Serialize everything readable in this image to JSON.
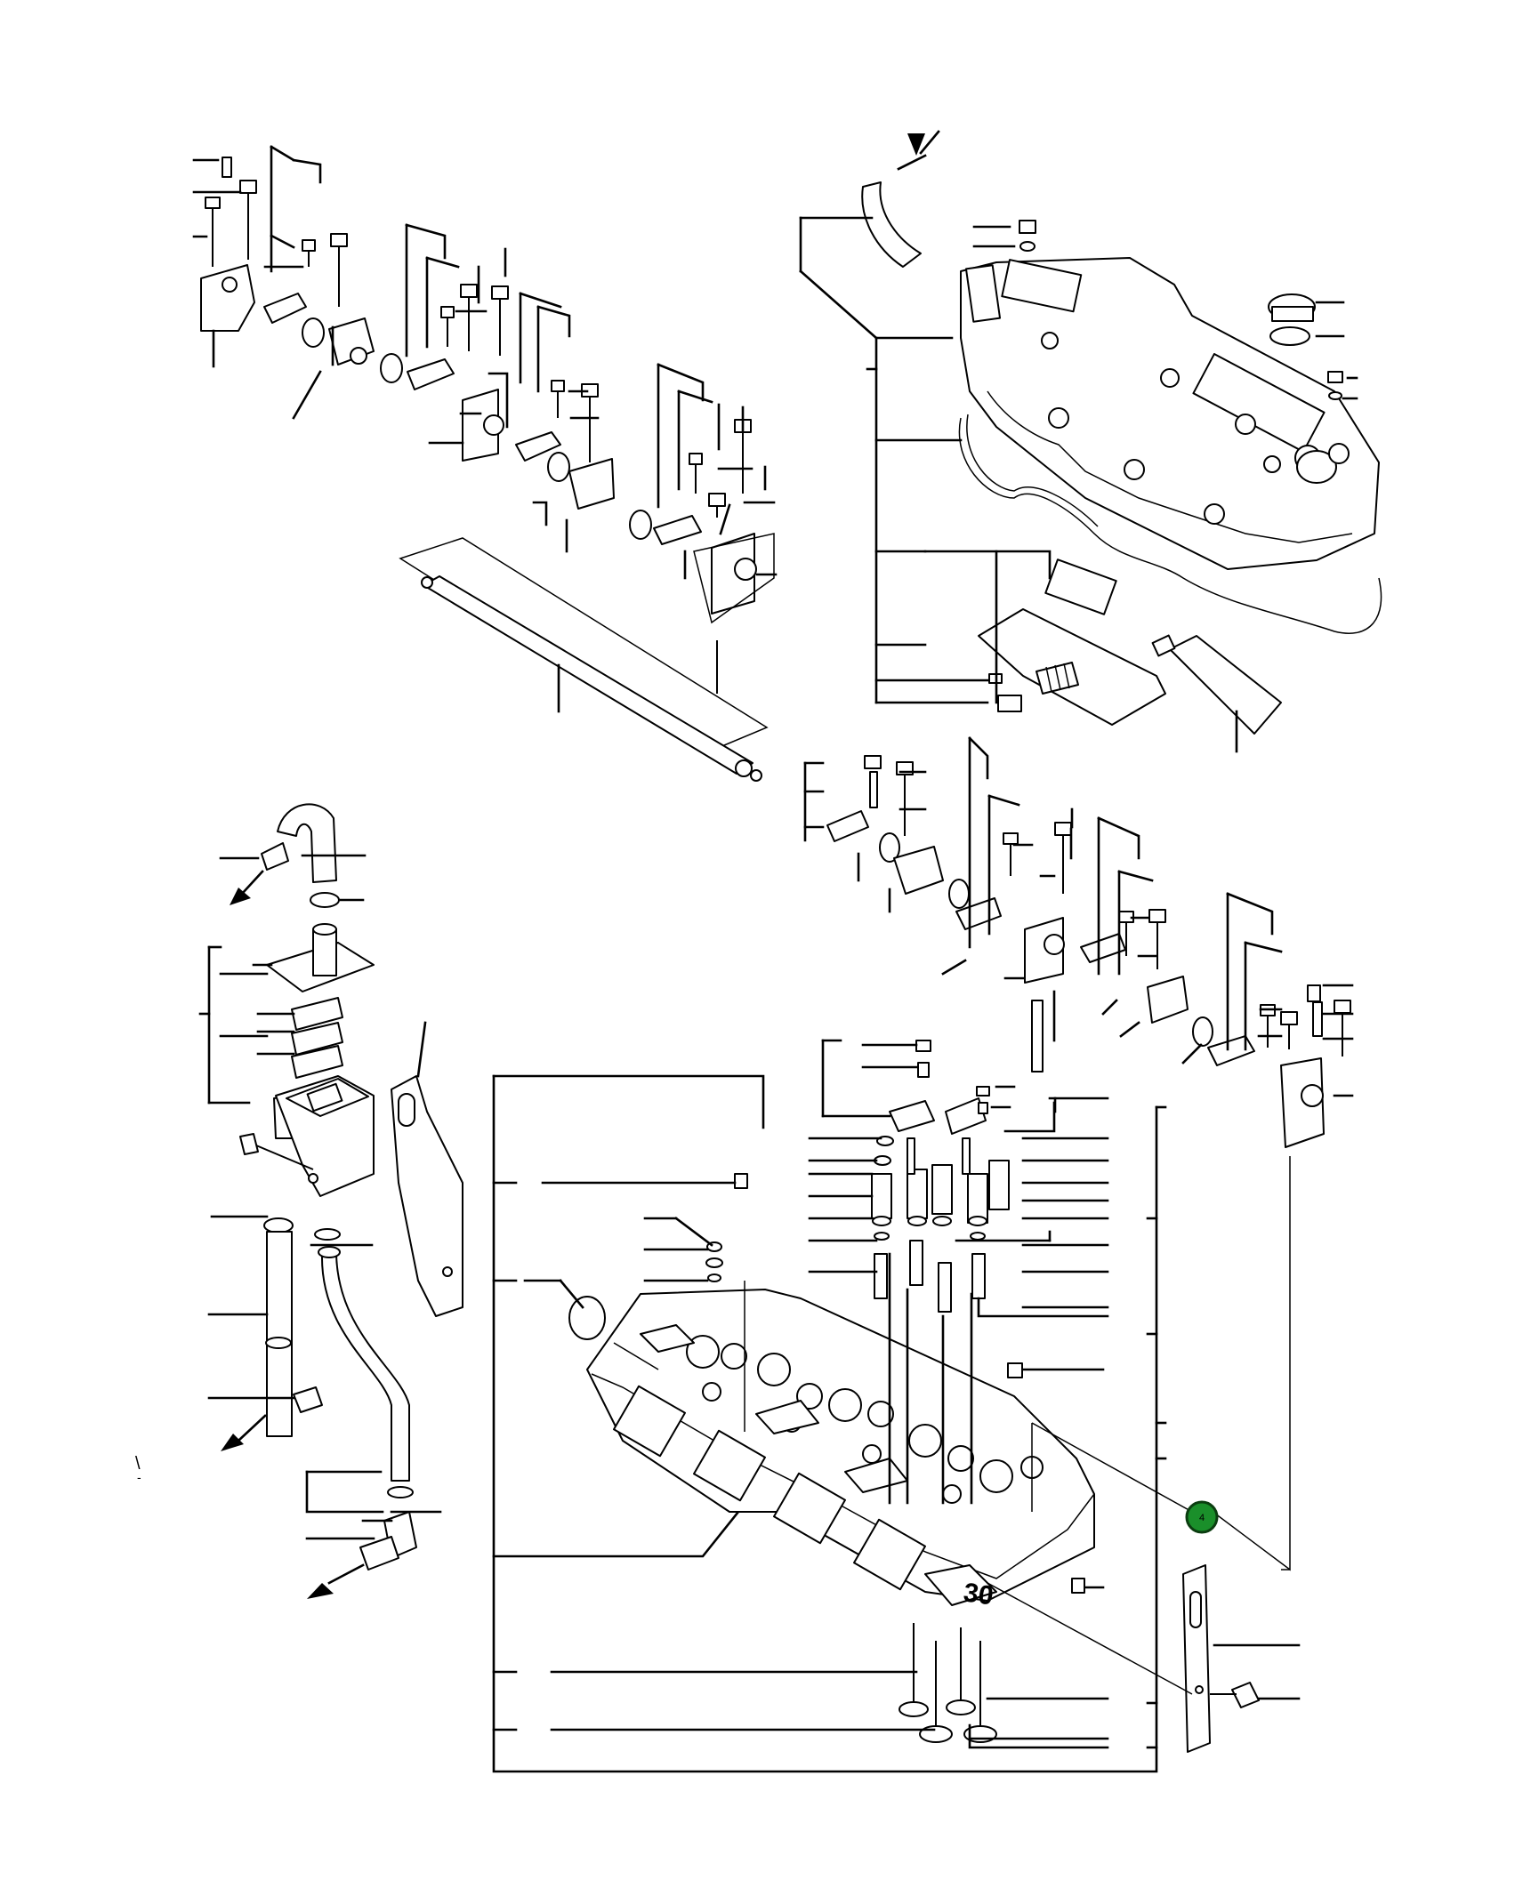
{
  "diagram": {
    "type": "exploded parts diagram",
    "highlighted_callout": {
      "label": "4",
      "color": "#1a8f2a",
      "ring_color": "#0b3d10"
    },
    "stray_marks": [
      "\\",
      "-"
    ],
    "head_casting_marking": "30"
  }
}
